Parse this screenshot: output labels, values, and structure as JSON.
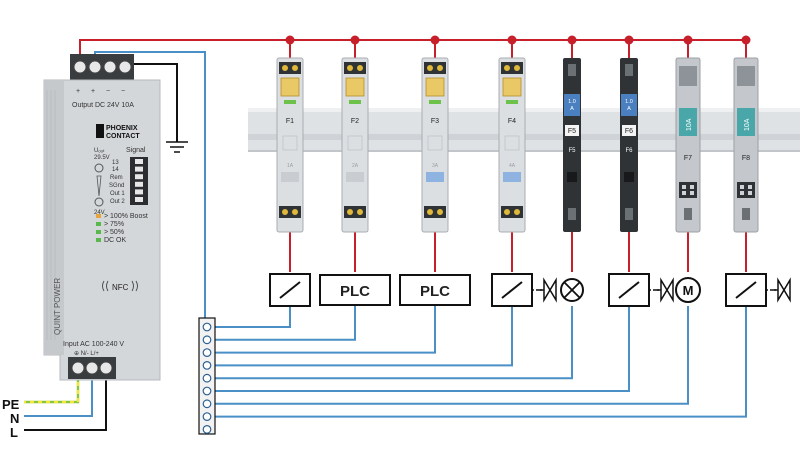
{
  "colors": {
    "positive_wire": "#c8202b",
    "return_wire": "#4a8fc6",
    "ground_wire": "#111111",
    "pe_wire_green": "#8bc540",
    "pe_wire_yellow": "#f2e63a",
    "n_wire": "#4a8fc6",
    "l_wire": "#111111",
    "rail": "#d9dcdf",
    "power_supply_body": "#d2d5d8",
    "breaker_body": "#dcdfe2",
    "fuse_body": "#2f3336",
    "fuse_cap": "#4a7fc0",
    "big_fuse_label": "#4aa7a9"
  },
  "power_supply": {
    "output_label": "Output DC 24V 10A",
    "output_pins": [
      "+",
      "+",
      "−",
      "−"
    ],
    "brand_line1": "PHOENIX",
    "brand_line2": "CONTACT",
    "u_out": "Uₒᵤₜ",
    "u_max": "29.5V",
    "u_min": "24V",
    "signal_label": "Signal",
    "signal_terminals": [
      "13",
      "14",
      "Rem",
      "SGnd",
      "Out 1",
      "Out 2"
    ],
    "leds": [
      "> 100% Boost",
      "> 75%",
      "> 50%",
      "DC OK"
    ],
    "nfc_label": "NFC",
    "product_name": "QUINT POWER",
    "input_label": "Input AC 100-240 V",
    "input_pins": "⊕  N/- L/+"
  },
  "mains": {
    "pe_label": "PE",
    "n_label": "N",
    "l_label": "L"
  },
  "modules": [
    {
      "tag": "F1",
      "type": "breaker",
      "rating": "1A"
    },
    {
      "tag": "F2",
      "type": "breaker",
      "rating": "2A"
    },
    {
      "tag": "F3",
      "type": "breaker",
      "rating": "3A"
    },
    {
      "tag": "F4",
      "type": "breaker",
      "rating": "4A"
    },
    {
      "tag": "F5",
      "type": "fuse",
      "rating": "1.0 A"
    },
    {
      "tag": "F6",
      "type": "fuse",
      "rating": "1.0 A"
    },
    {
      "tag": "F7",
      "type": "bigfuse",
      "rating": "10A"
    },
    {
      "tag": "F8",
      "type": "bigfuse",
      "rating": "10A"
    }
  ],
  "loads": [
    {
      "kind": "relay"
    },
    {
      "kind": "plc",
      "label": "PLC"
    },
    {
      "kind": "plc",
      "label": "PLC"
    },
    {
      "kind": "relay_valve"
    },
    {
      "kind": "lamp"
    },
    {
      "kind": "relay_valve"
    },
    {
      "kind": "motor",
      "label": "M"
    },
    {
      "kind": "relay_valve"
    }
  ]
}
